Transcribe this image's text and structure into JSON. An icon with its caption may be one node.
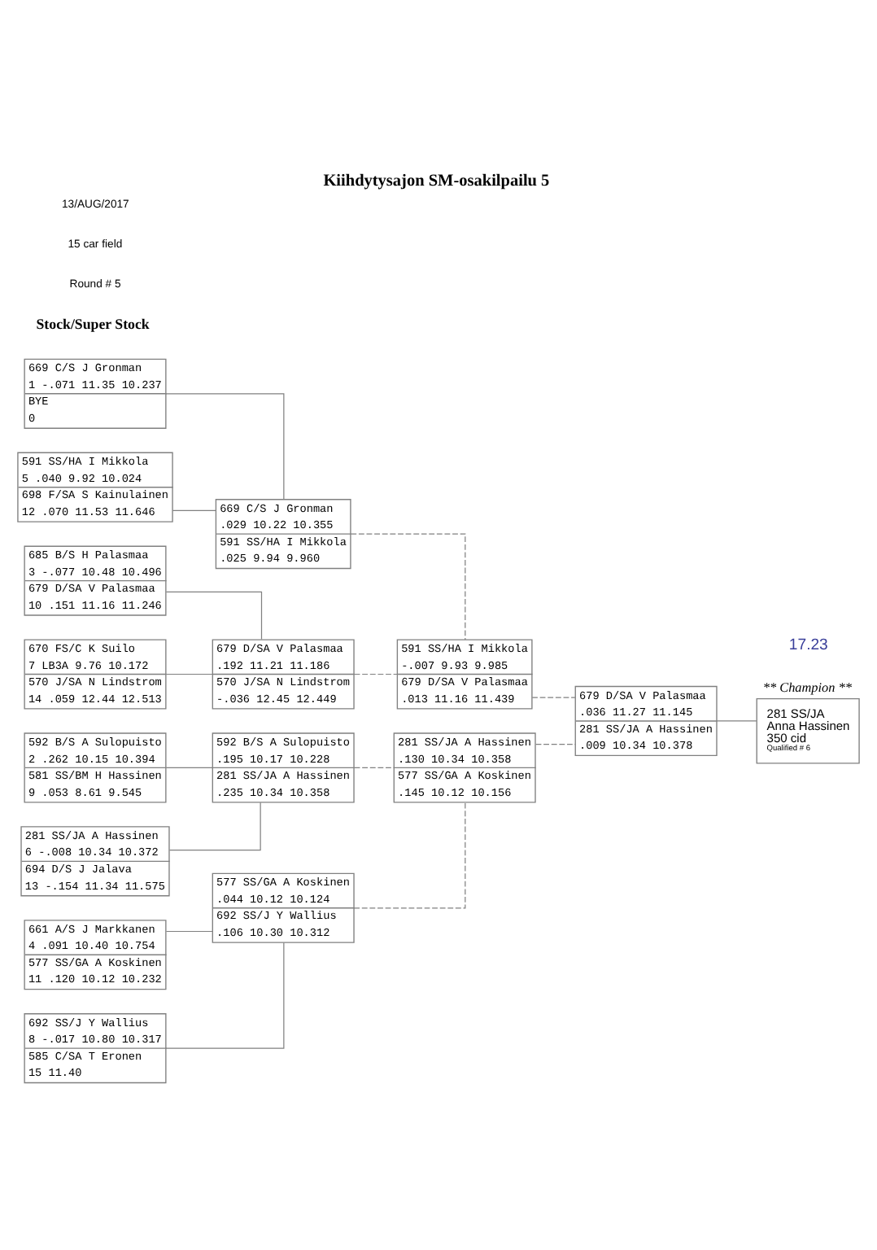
{
  "diagram": {
    "title": "Kiihdytysajon SM-osakilpailu 5",
    "nodes": [
      {
        "text": [
          "669 C/S J Gronman",
          "1 -.071 11.35 10.237",
          "BYE",
          "0"
        ]
      },
      {
        "text": [
          "591 SS/HA I Mikkola",
          "5 .040 9.92 10.024",
          "698 F/SA S Kainulainen",
          "12 .070 11.53 11.646"
        ]
      },
      {
        "text": [
          "685 B/S H Palasmaa",
          "3 -.077 10.48 10.496",
          "679 D/SA V Palasmaa",
          "10 .151 11.16 11.246"
        ]
      },
      {
        "text": [
          "670 FS/C K Suilo",
          "7 LB3A 9.76 10.172",
          "570 J/SA N Lindstrom",
          "14 .059 12.44 12.513"
        ]
      },
      {
        "text": [
          "592 B/S A Sulopuisto",
          "2 .262 10.15 10.394",
          "581 SS/BM H Hassinen",
          "9 .053 8.61 9.545"
        ]
      },
      {
        "text": [
          "281 SS/JA A Hassinen",
          "6 -.008 10.34 10.372",
          "694 D/S J Jalava",
          "13 -.154 11.34 11.575"
        ]
      },
      {
        "text": [
          "661 A/S J Markkanen",
          "4 .091 10.40 10.754",
          "577 SS/GA A Koskinen",
          "11 .120 10.12 10.232"
        ]
      },
      {
        "text": [
          "692 SS/J Y Wallius",
          "8 -.017 10.80 10.317",
          "585 C/SA T Eronen",
          "15 11.40"
        ]
      },
      {
        "text": [
          "669 C/S J Gronman",
          ".029 10.22 10.355",
          "591 SS/HA I Mikkola",
          ".025 9.94 9.960"
        ]
      },
      {
        "text": [
          "679 D/SA V Palasmaa",
          ".192 11.21 11.186",
          "570 J/SA N Lindstrom",
          "-.036 12.45 12.449"
        ]
      },
      {
        "text": [
          "592 B/S A Sulopuisto",
          ".195 10.17 10.228",
          "281 SS/JA A Hassinen",
          ".235 10.34 10.358"
        ]
      },
      {
        "text": [
          "577 SS/GA A Koskinen",
          ".044 10.12 10.124",
          "692 SS/J Y Wallius",
          ".106 10.30 10.312"
        ]
      },
      {
        "text": [
          "591 SS/HA I Mikkola",
          "-.007 9.93 9.985",
          "679 D/SA V Palasmaa",
          ".013 11.16 11.439"
        ]
      },
      {
        "text": [
          "281 SS/JA A Hassinen",
          ".130 10.34 10.358",
          "577 SS/GA A Koskinen",
          ".145 10.12 10.156"
        ]
      },
      {
        "text": [
          "679 D/SA V Palasmaa",
          ".036 11.27 11.145",
          "281 SS/JA A Hassinen",
          ".009 10.34 10.378"
        ]
      },
      {
        "text": [
          "** Champion **",
          "281 SS/JA",
          "Anna Hassinen",
          "350 cid",
          "Qualified # 6"
        ]
      }
    ],
    "edges": [
      {
        "from": 0,
        "to": 8,
        "arrow": "none"
      },
      {
        "from": 1,
        "to": 8,
        "arrow": "none"
      },
      {
        "from": 2,
        "to": 9,
        "arrow": "none"
      },
      {
        "from": 3,
        "to": 9,
        "arrow": "none"
      },
      {
        "from": 4,
        "to": 10,
        "arrow": "none"
      },
      {
        "from": 5,
        "to": 10,
        "arrow": "none"
      },
      {
        "from": 6,
        "to": 11,
        "arrow": "none"
      },
      {
        "from": 7,
        "to": 11,
        "arrow": "none"
      },
      {
        "from": 8,
        "to": 12,
        "arrow": "none",
        "style": "dashed"
      },
      {
        "from": 9,
        "to": 12,
        "arrow": "none",
        "style": "dashed"
      },
      {
        "from": 10,
        "to": 13,
        "arrow": "none",
        "style": "dashed"
      },
      {
        "from": 11,
        "to": 13,
        "arrow": "none",
        "style": "dashed"
      },
      {
        "from": 12,
        "to": 14,
        "arrow": "none",
        "style": "dashed"
      },
      {
        "from": 13,
        "to": 14,
        "arrow": "none",
        "style": "dashed"
      },
      {
        "from": 14,
        "to": 15,
        "arrow": "none"
      }
    ],
    "labels": [
      "13/AUG/2017",
      "15 car field",
      "Round # 5",
      "Stock/Super Stock",
      "17.23"
    ]
  }
}
